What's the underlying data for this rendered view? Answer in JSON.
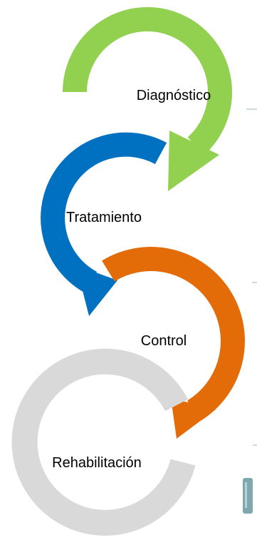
{
  "diagram": {
    "stages": [
      {
        "label": "Diagnóstico",
        "color": "#92D050"
      },
      {
        "label": "Tratamiento",
        "color": "#0070C0"
      },
      {
        "label": "Control",
        "color": "#E36C09"
      },
      {
        "label": "Rehabilitación",
        "color": "#D9D9D9"
      }
    ],
    "connector_color": "#9DB7BE",
    "picture_fragment_color": "#7FA7AE"
  }
}
